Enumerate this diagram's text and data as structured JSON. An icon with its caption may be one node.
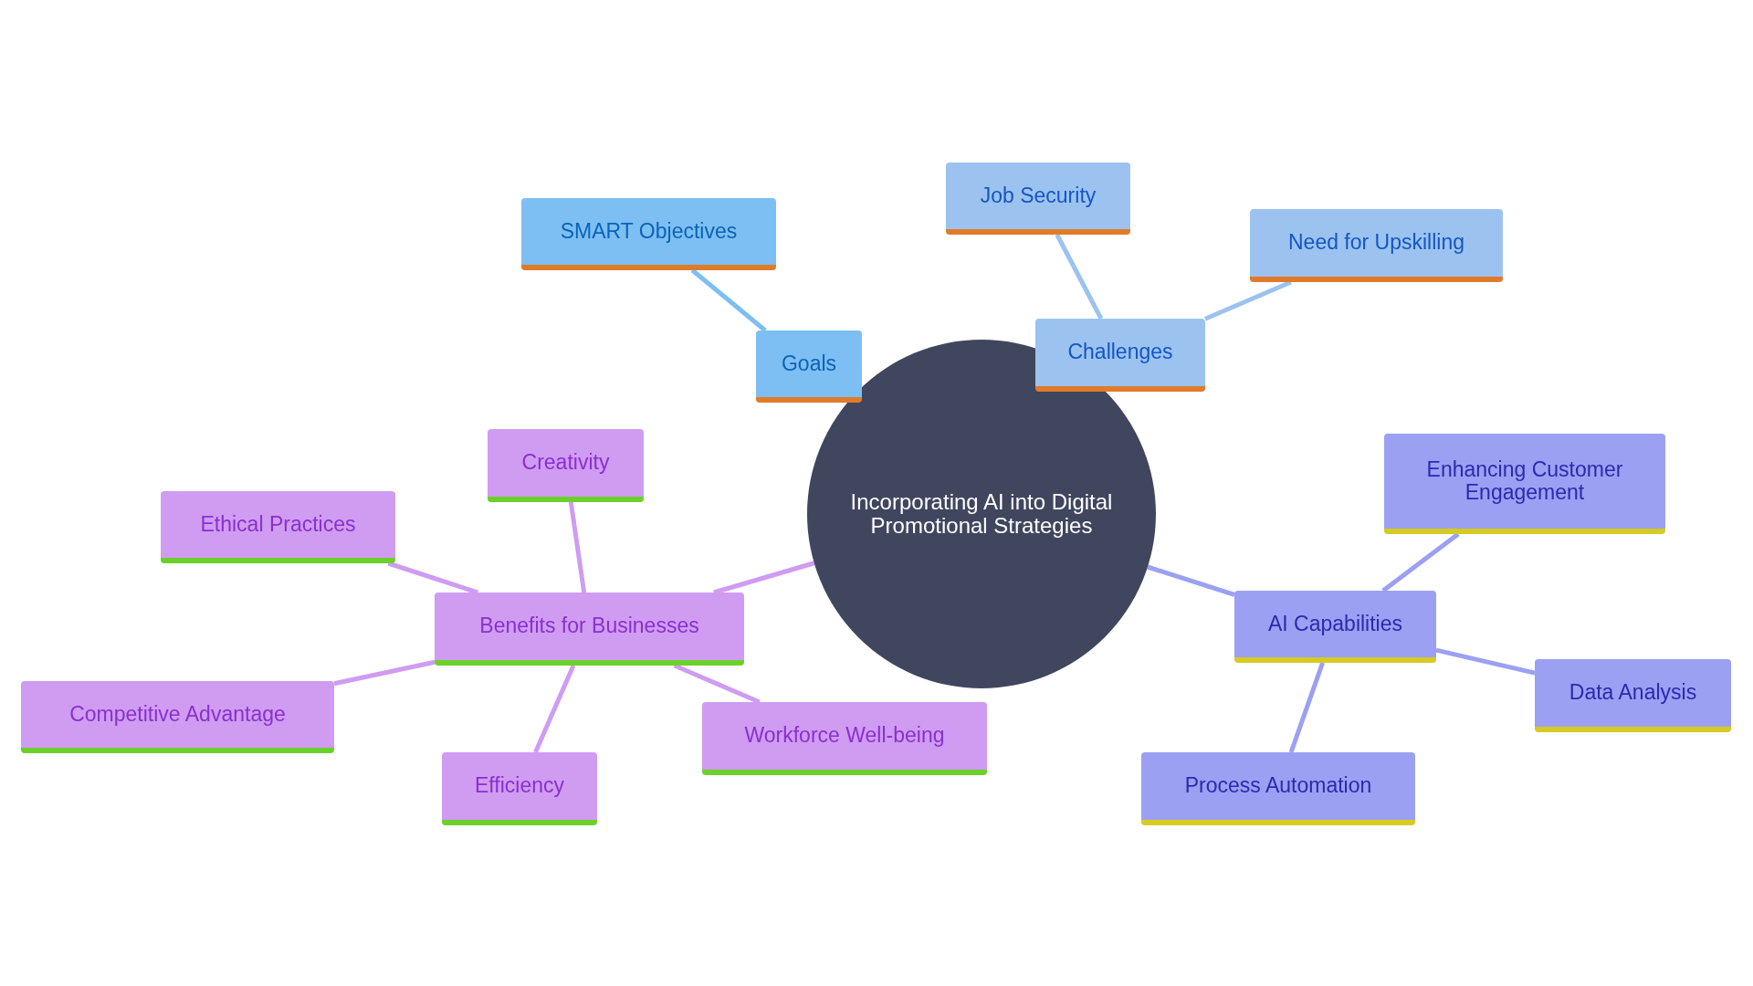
{
  "diagram": {
    "nodes": [
      {
        "text": [
          "Incorporating AI into Digital Promotional Strategies"
        ]
      },
      {
        "text": [
          "Goals"
        ]
      },
      {
        "text": [
          "SMART Objectives"
        ]
      },
      {
        "text": [
          "Challenges"
        ]
      },
      {
        "text": [
          "Job Security"
        ]
      },
      {
        "text": [
          "Need for Upskilling"
        ]
      },
      {
        "text": [
          "AI Capabilities"
        ]
      },
      {
        "text": [
          "Enhancing Customer Engagement"
        ]
      },
      {
        "text": [
          "Data Analysis"
        ]
      },
      {
        "text": [
          "Process Automation"
        ]
      },
      {
        "text": [
          "Benefits for Businesses"
        ]
      },
      {
        "text": [
          "Creativity"
        ]
      },
      {
        "text": [
          "Ethical Practices"
        ]
      },
      {
        "text": [
          "Competitive Advantage"
        ]
      },
      {
        "text": [
          "Efficiency"
        ]
      },
      {
        "text": [
          "Workforce Well-being"
        ]
      }
    ],
    "edges": [
      {
        "from": 1,
        "to": 2,
        "arrow": "none",
        "color": "#7dbff2"
      },
      {
        "from": 3,
        "to": 4,
        "arrow": "none",
        "color": "#9cc3f0"
      },
      {
        "from": 3,
        "to": 5,
        "arrow": "none",
        "color": "#9cc3f0"
      },
      {
        "from": 0,
        "to": 6,
        "arrow": "none",
        "color": "#9ca0f2"
      },
      {
        "from": 6,
        "to": 7,
        "arrow": "none",
        "color": "#9ca0f2"
      },
      {
        "from": 6,
        "to": 8,
        "arrow": "none",
        "color": "#9ca0f2"
      },
      {
        "from": 6,
        "to": 9,
        "arrow": "none",
        "color": "#9ca0f2"
      },
      {
        "from": 0,
        "to": 10,
        "arrow": "none"
      },
      {
        "from": 10,
        "to": 11,
        "arrow": "none"
      },
      {
        "from": 10,
        "to": 12,
        "arrow": "none"
      },
      {
        "from": 10,
        "to": 13,
        "arrow": "none"
      },
      {
        "from": 10,
        "to": 14,
        "arrow": "none"
      },
      {
        "from": 10,
        "to": 15,
        "arrow": "none"
      }
    ]
  }
}
